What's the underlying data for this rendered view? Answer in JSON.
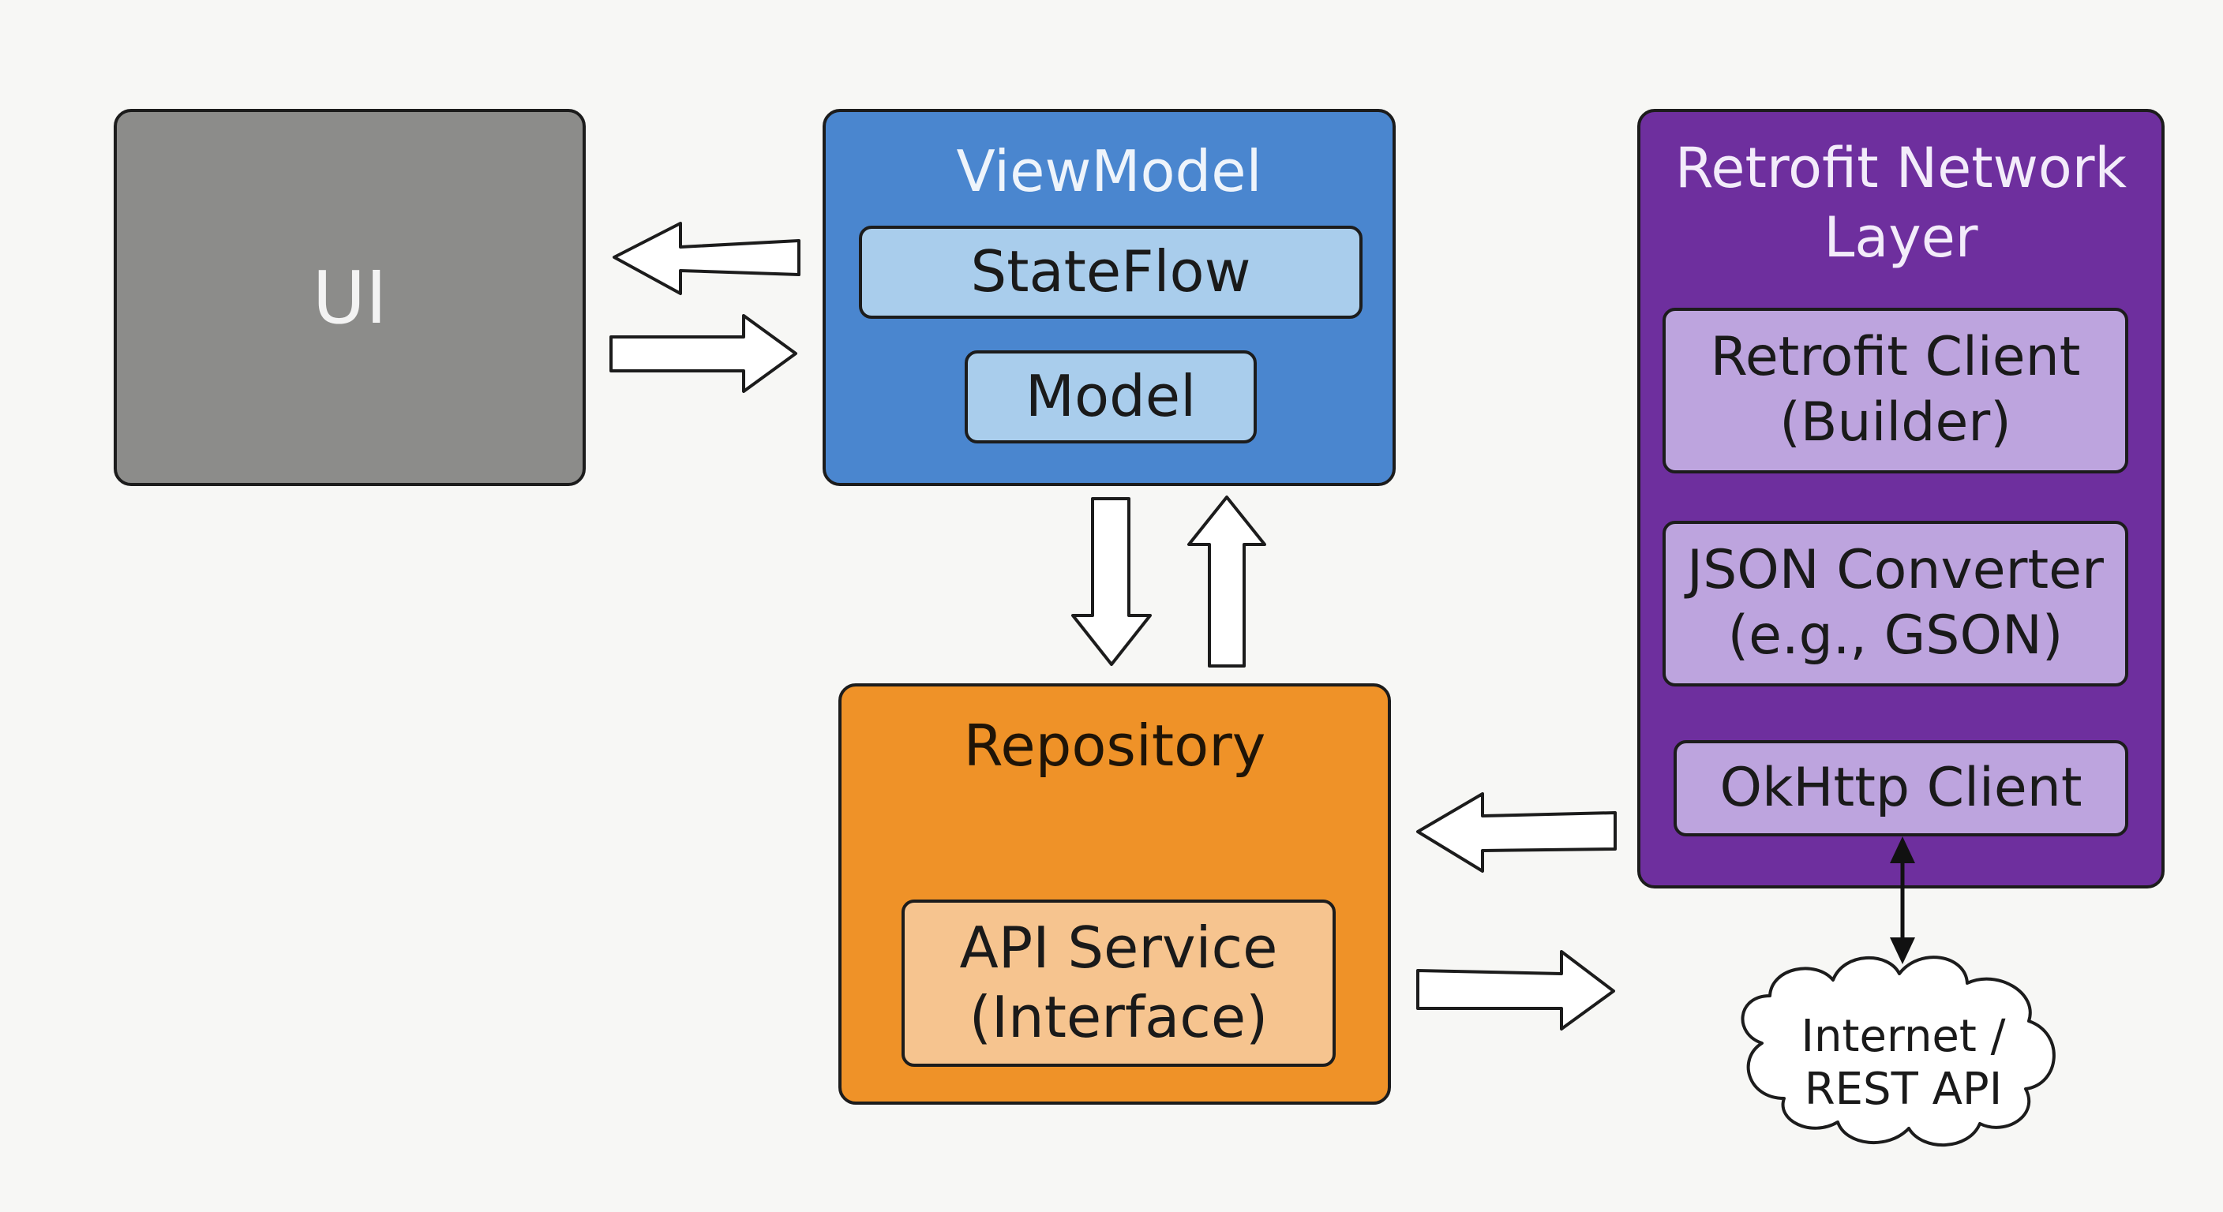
{
  "ui": {
    "label": "UI"
  },
  "viewmodel": {
    "title": "ViewModel",
    "stateflow": "StateFlow",
    "model": "Model"
  },
  "repository": {
    "title": "Repository",
    "api_service_line1": "API Service",
    "api_service_line2": "(Interface)"
  },
  "retrofit": {
    "title_line1": "Retrofit Network",
    "title_line2": "Layer",
    "client_line1": "Retrofit Client",
    "client_line2": "(Builder)",
    "converter_line1": "JSON Converter",
    "converter_line2": "(e.g., GSON)",
    "okhttp": "OkHttp Client"
  },
  "internet": {
    "line1": "Internet /",
    "line2": "REST API"
  },
  "colors": {
    "ui": "#8c8c8a",
    "viewmodel": "#4a86cf",
    "viewmodel_inner": "#a9cdec",
    "repository": "#ef9228",
    "repository_inner": "#f6c48f",
    "retrofit": "#6e2f9e",
    "retrofit_inner": "#bda4de"
  }
}
